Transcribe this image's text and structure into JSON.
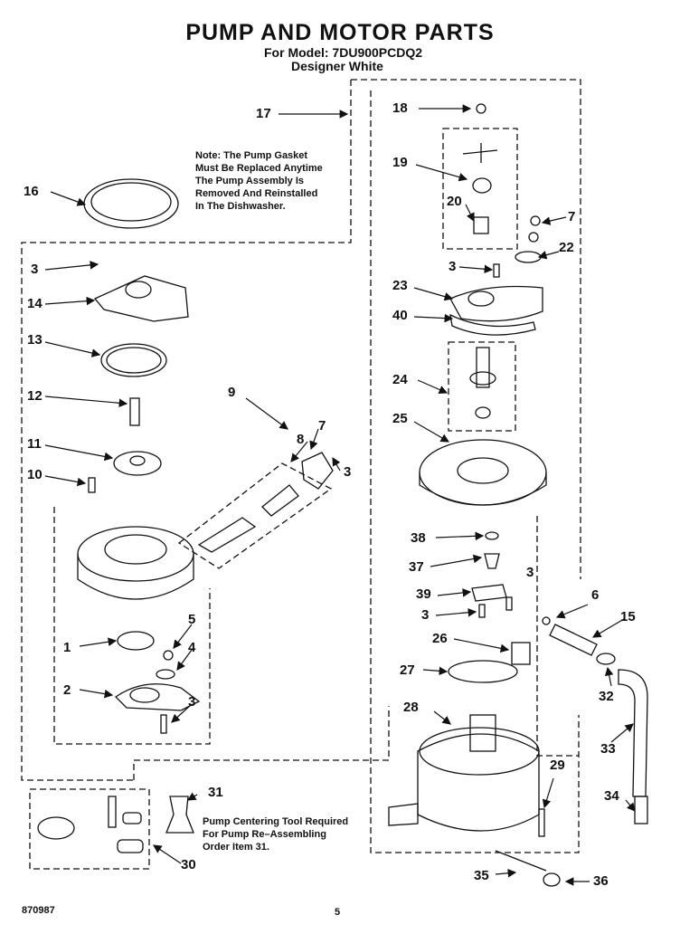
{
  "title": "PUMP AND MOTOR PARTS",
  "subtitle_model": "For Model: 7DU900PCDQ2",
  "subtitle_color": "Designer White",
  "note_gasket": [
    "Note: The Pump Gasket",
    "Must Be Replaced Anytime",
    "The Pump Assembly Is",
    "Removed And Reinstalled",
    "In The Dishwasher."
  ],
  "note_tool": [
    "Pump Centering Tool Required",
    "For Pump Re–Assembling",
    "Order Item 31."
  ],
  "footer_code": "870987",
  "page_number": "5",
  "part_numbers": {
    "p1": "1",
    "p2": "2",
    "p3": "3",
    "p4": "4",
    "p5": "5",
    "p6": "6",
    "p7": "7",
    "p8": "8",
    "p9": "9",
    "p10": "10",
    "p11": "11",
    "p12": "12",
    "p13": "13",
    "p14": "14",
    "p15": "15",
    "p16": "16",
    "p17": "17",
    "p18": "18",
    "p19": "19",
    "p20": "20",
    "p22": "22",
    "p23": "23",
    "p24": "24",
    "p25": "25",
    "p26": "26",
    "p27": "27",
    "p28": "28",
    "p29": "29",
    "p30": "30",
    "p31": "31",
    "p32": "32",
    "p33": "33",
    "p34": "34",
    "p35": "35",
    "p36": "36",
    "p37": "37",
    "p38": "38",
    "p39": "39",
    "p40": "40"
  }
}
